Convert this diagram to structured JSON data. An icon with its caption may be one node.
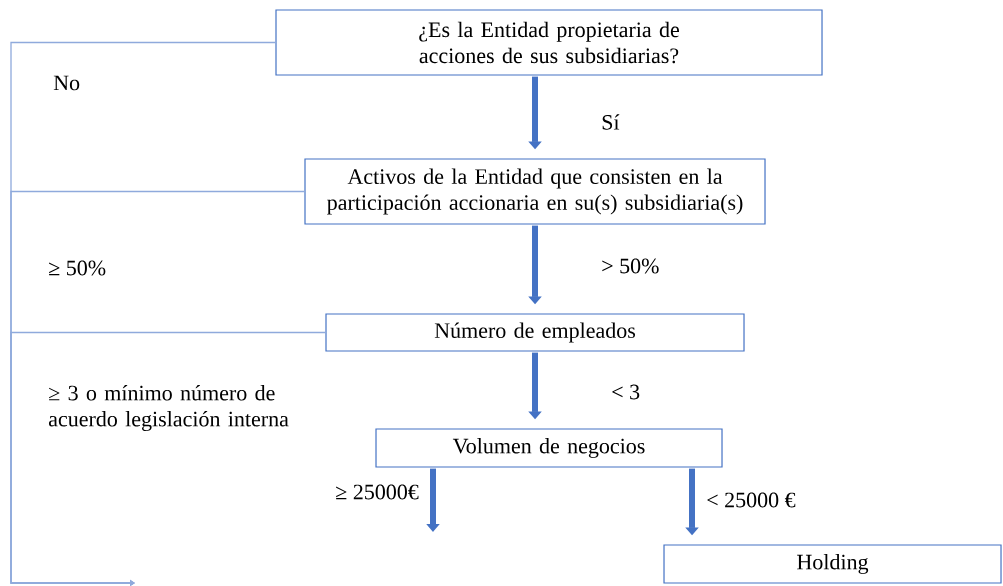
{
  "diagram": {
    "nodes": [
      {
        "text": [
          "¿Es la Entidad propietaria de acciones de sus subsidiarias?"
        ]
      },
      {
        "text": [
          "Activos de la Entidad que consisten en la participación accionaria en su(s) subsidiaria(s)"
        ]
      },
      {
        "text": [
          "Número de empleados"
        ]
      },
      {
        "text": [
          "Volumen de negocios"
        ]
      },
      {
        "text": [
          "Holding"
        ]
      }
    ],
    "edges": [
      {
        "from": 0,
        "to": 1,
        "arrow": "to",
        "label": "Sí"
      },
      {
        "from": 1,
        "to": 2,
        "arrow": "to",
        "label": "> 50%"
      },
      {
        "from": 2,
        "to": 3,
        "arrow": "to",
        "label": "< 3"
      },
      {
        "from": 3,
        "to": null,
        "arrow": "to",
        "label": "≥ 25000€"
      },
      {
        "from": 3,
        "to": 4,
        "arrow": "to",
        "label": "< 25000 €"
      },
      {
        "from": 0,
        "to": null,
        "arrow": "to",
        "label": "No",
        "color": "#8faadc"
      },
      {
        "from": 1,
        "to": null,
        "arrow": "to",
        "label": "≥ 50%",
        "color": "#8faadc"
      },
      {
        "from": 2,
        "to": null,
        "arrow": "to",
        "label": "≥ 3 o mínimo número de acuerdo legislación interna",
        "color": "#8faadc"
      }
    ]
  }
}
